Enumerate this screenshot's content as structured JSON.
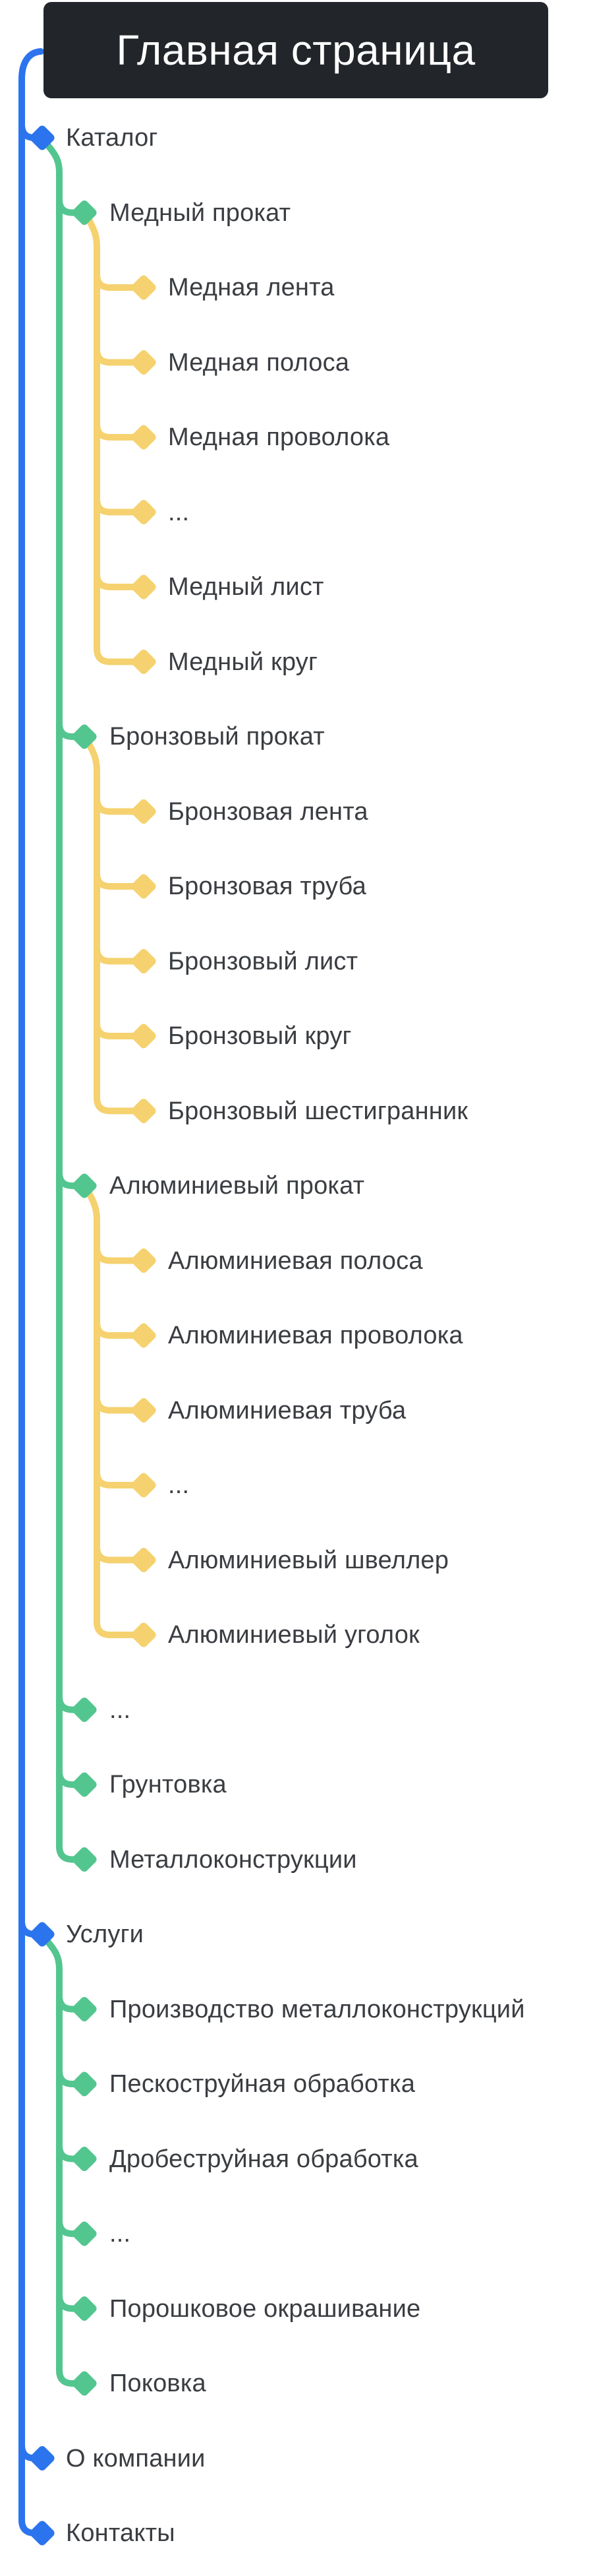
{
  "title": "Главная страница",
  "colors": {
    "level_1": "#2B74EE",
    "level_2": "#53C68F",
    "level_3": "#F5D26F",
    "title_bg": "#22252A",
    "title_text": "#FFFFFF",
    "label_text": "#3A3D41"
  },
  "tree": [
    {
      "label": "Каталог",
      "children": [
        {
          "label": "Медный прокат",
          "children": [
            {
              "label": "Медная лента"
            },
            {
              "label": "Медная полоса"
            },
            {
              "label": "Медная проволока"
            },
            {
              "label": "..."
            },
            {
              "label": "Медный лист"
            },
            {
              "label": "Медный круг"
            }
          ]
        },
        {
          "label": "Бронзовый прокат",
          "children": [
            {
              "label": "Бронзовая лента"
            },
            {
              "label": "Бронзовая труба"
            },
            {
              "label": "Бронзовый лист"
            },
            {
              "label": "Бронзовый круг"
            },
            {
              "label": "Бронзовый шестигранник"
            }
          ]
        },
        {
          "label": "Алюминиевый прокат",
          "children": [
            {
              "label": "Алюминиевая полоса"
            },
            {
              "label": "Алюминиевая проволока"
            },
            {
              "label": "Алюминиевая труба"
            },
            {
              "label": "..."
            },
            {
              "label": "Алюминиевый швеллер"
            },
            {
              "label": "Алюминиевый уголок"
            }
          ]
        },
        {
          "label": "..."
        },
        {
          "label": "Грунтовка"
        },
        {
          "label": "Металлоконструкции"
        }
      ]
    },
    {
      "label": "Услуги",
      "children": [
        {
          "label": "Производство металлоконструкций"
        },
        {
          "label": "Пескоструйная обработка"
        },
        {
          "label": "Дробеструйная обработка"
        },
        {
          "label": "..."
        },
        {
          "label": "Порошковое окрашивание"
        },
        {
          "label": "Поковка"
        }
      ]
    },
    {
      "label": "О компании"
    },
    {
      "label": "Контакты"
    }
  ]
}
